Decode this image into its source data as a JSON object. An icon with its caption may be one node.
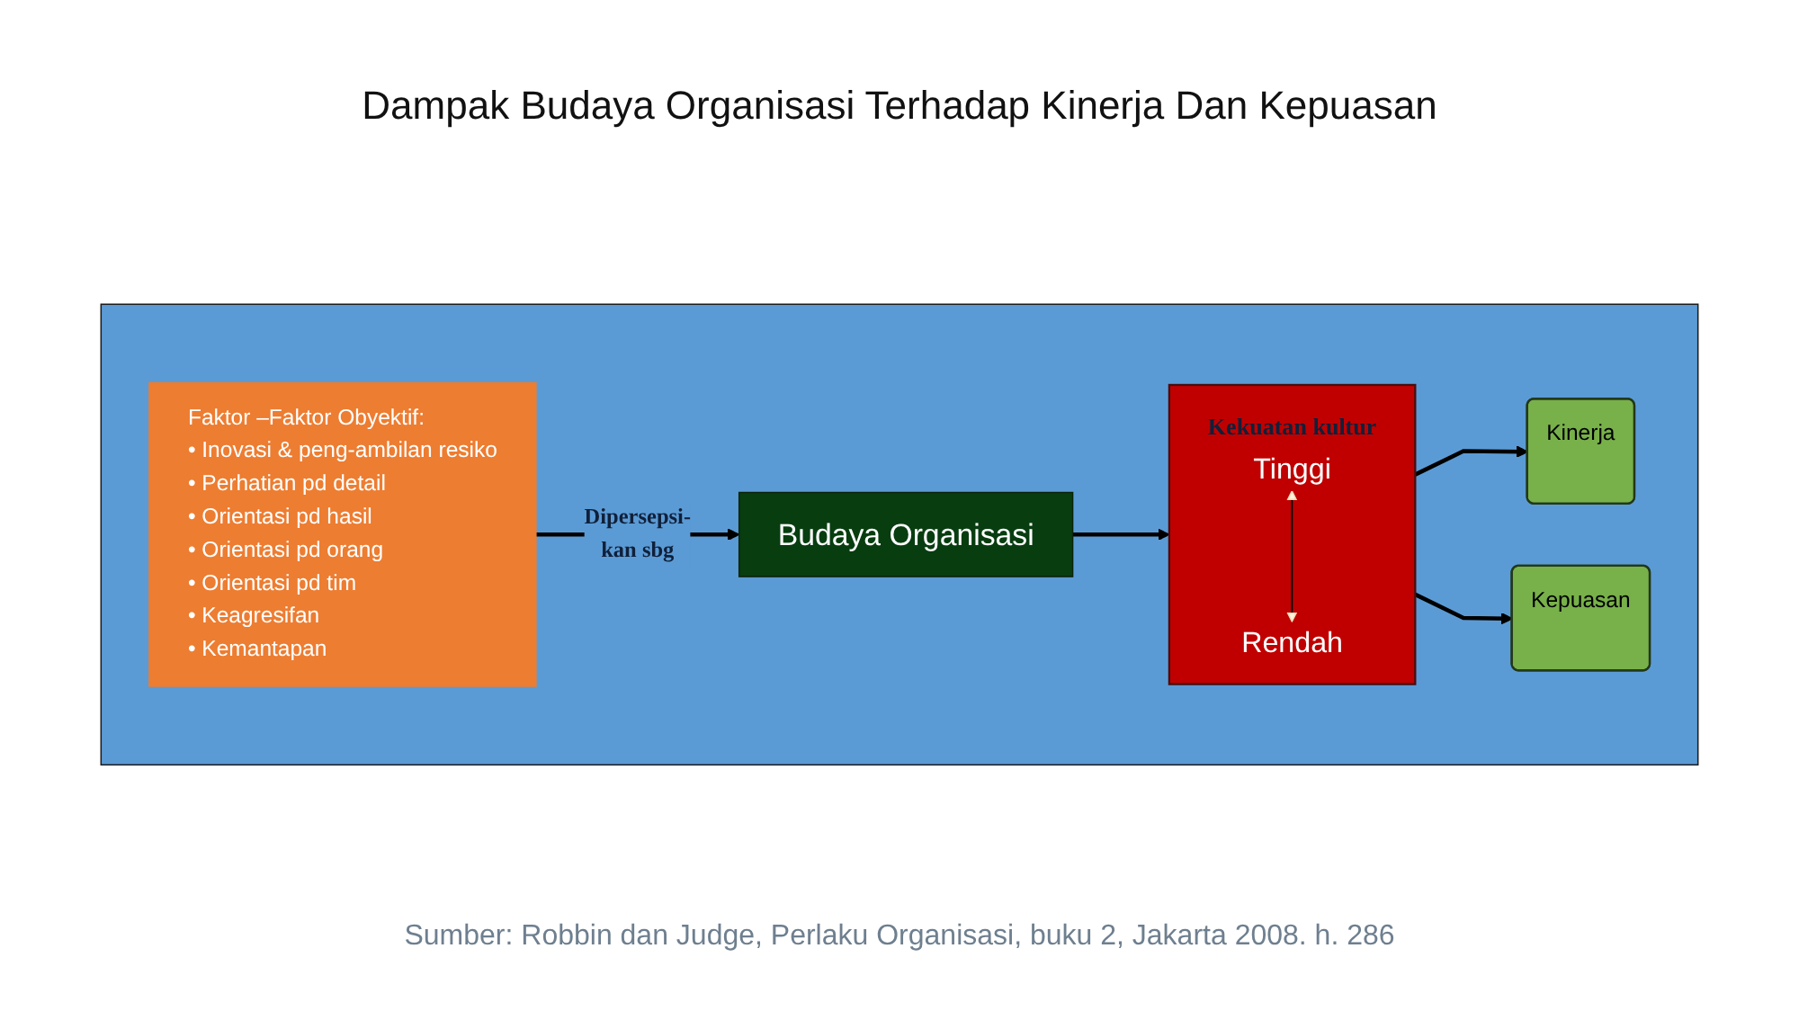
{
  "diagram": {
    "title": "Dampak Budaya Organisasi Terhadap Kinerja Dan Kepuasan",
    "caption": "Sumber: Robbin dan Judge, Perlaku Organisasi, buku 2, Jakarta 2008. h. 286",
    "nodes": [
      {
        "text": [],
        "shape": "box"
      },
      {
        "text": [
          "Faktor –Faktor Obyektif:",
          "• Inovasi & peng-ambilan resiko",
          "• Perhatian pd detail",
          "• Orientasi pd hasil",
          "• Orientasi pd orang",
          "• Orientasi pd tim",
          "• Keagresifan",
          "• Kemantapan"
        ],
        "in": 0
      },
      {
        "text": [
          "Budaya Organisasi"
        ],
        "in": 0
      },
      {
        "text": [
          "Kekuatan kultur",
          "Tinggi",
          "Rendah"
        ],
        "in": 0
      },
      {
        "text": [
          "Kinerja"
        ],
        "in": 0
      },
      {
        "text": [
          "Kepuasan"
        ],
        "in": 0
      }
    ],
    "edges": [
      {
        "from": 1,
        "to": 2,
        "arrow": "to",
        "label": "Dipersepsi- kan sbg"
      },
      {
        "from": 2,
        "to": 3,
        "arrow": "to"
      },
      {
        "from": 3,
        "to": 4,
        "arrow": "to"
      },
      {
        "from": 3,
        "to": 5,
        "arrow": "to"
      }
    ]
  }
}
